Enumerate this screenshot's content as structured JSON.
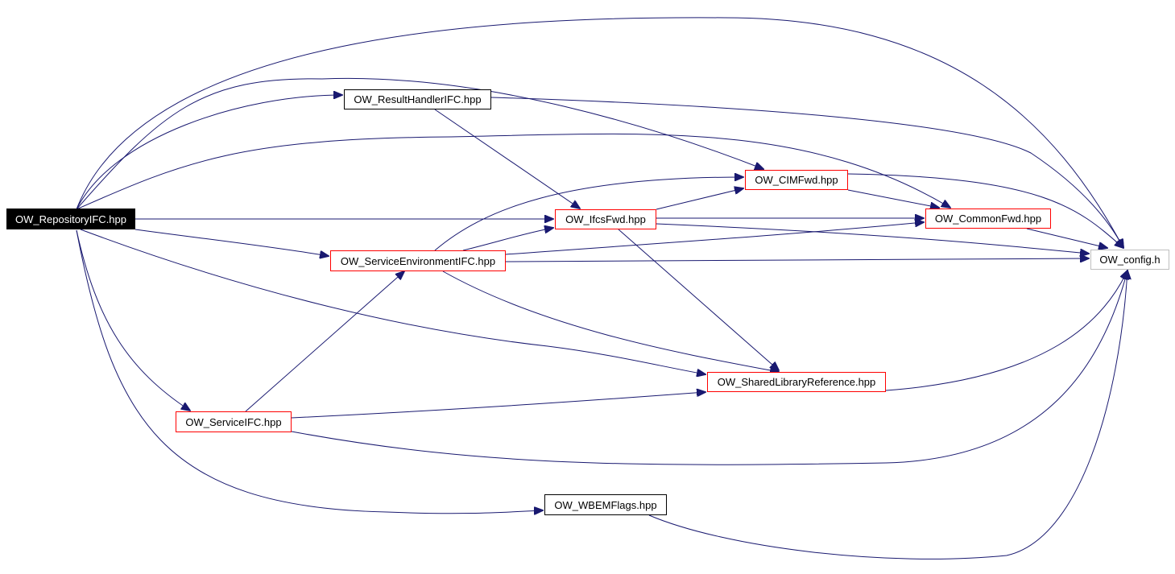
{
  "colors": {
    "edge": "#191970",
    "highlight_bg": "#000000",
    "highlight_text": "#ffffff",
    "linked_border": "#ff0000",
    "plain_border": "#000000",
    "external_border": "#bfbfbf"
  },
  "nodes": {
    "repository_ifc": "OW_RepositoryIFC.hpp",
    "result_handler_ifc": "OW_ResultHandlerIFC.hpp",
    "cim_fwd": "OW_CIMFwd.hpp",
    "ifcs_fwd": "OW_IfcsFwd.hpp",
    "common_fwd": "OW_CommonFwd.hpp",
    "service_environment_ifc": "OW_ServiceEnvironmentIFC.hpp",
    "config_h": "OW_config.h",
    "shared_library_reference": "OW_SharedLibraryReference.hpp",
    "service_ifc": "OW_ServiceIFC.hpp",
    "wbem_flags": "OW_WBEMFlags.hpp"
  }
}
